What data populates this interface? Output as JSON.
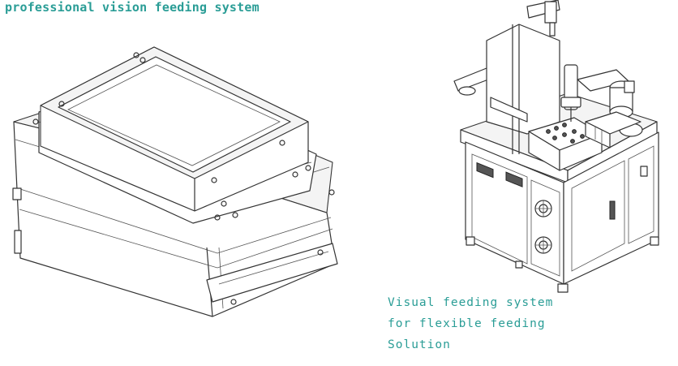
{
  "header": {
    "title": "professional vision feeding system"
  },
  "caption": {
    "lines": [
      "Visual feeding system",
      "for flexible feeding",
      "Solution"
    ]
  },
  "colors": {
    "accent": "#2a9d96",
    "line_art": "#333333",
    "background": "#ffffff"
  }
}
